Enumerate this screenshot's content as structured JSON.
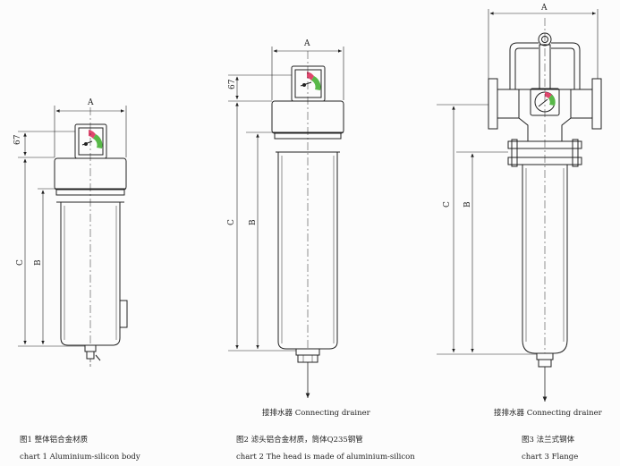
{
  "dimensions": {
    "a": "A",
    "b": "B",
    "c": "C",
    "h": "67"
  },
  "captions": {
    "chart1_cn": "图1 整体铝合金材质",
    "chart1_en": "chart 1  Aluminium-silicon body",
    "chart2_cn": "图2 滤头铝合金材质，筒体Q235钢管",
    "chart2_en": "chart 2  The head is made of aluminium-silicon",
    "chart3_cn": "图3 法兰式钢体",
    "chart3_en": "chart 3  Flange"
  },
  "drainer_labels": {
    "chart2": "接排水器 Connecting drainer",
    "chart3": "接排水器 Connecting drainer"
  },
  "colors": {
    "gauge_red": "#e0466e",
    "gauge_green": "#58b848",
    "line": "#222222"
  }
}
